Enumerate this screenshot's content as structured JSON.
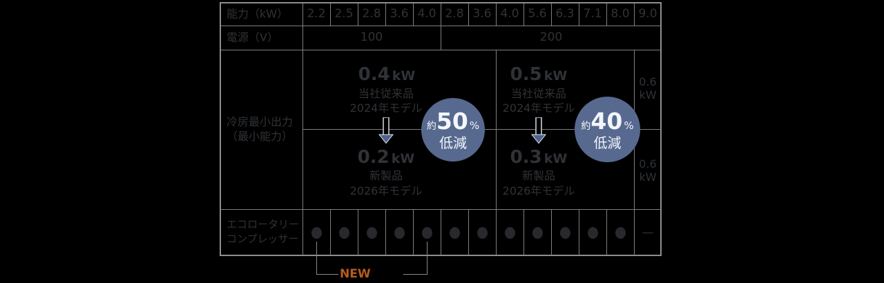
{
  "colors": {
    "background": "#000000",
    "grid_line": "#7f7f7f",
    "outer_border": "#8f8f8f",
    "dark_text": "#2f3236",
    "dot": "#27292c",
    "badge_blue": "#57698f",
    "badge_text": "#f3f6fb",
    "arrow_head": "#51628c",
    "arrow_outline": "#e6ebf4",
    "new_orange": "#b85c1b"
  },
  "table": {
    "rows": {
      "capacity": {
        "label": "能力（kW）",
        "values": [
          "2.2",
          "2.5",
          "2.8",
          "3.6",
          "4.0",
          "2.8",
          "3.6",
          "4.0",
          "5.6",
          "6.3",
          "7.1",
          "8.0",
          "9.0"
        ]
      },
      "power": {
        "label": "電源（V）",
        "values": [
          "100",
          "200"
        ]
      },
      "cooling": {
        "label_line1": "冷房最小出力",
        "label_line2": "（最小能力）",
        "groups": [
          {
            "before_value": "0.4",
            "before_unit": "kW",
            "before_note1": "当社従来品",
            "before_note2": "2024年モデル",
            "after_value": "0.2",
            "after_unit": "kW",
            "after_note1": "新製品",
            "after_note2": "2026年モデル",
            "badge_prefix": "約",
            "badge_number": "50",
            "badge_percent": "%",
            "badge_label": "低減"
          },
          {
            "before_value": "0.5",
            "before_unit": "kW",
            "before_note1": "当社従来品",
            "before_note2": "2024年モデル",
            "after_value": "0.3",
            "after_unit": "kW",
            "after_note1": "新製品",
            "after_note2": "2026年モデル",
            "badge_prefix": "約",
            "badge_number": "40",
            "badge_percent": "%",
            "badge_label": "低減"
          }
        ],
        "last_column": {
          "top_value": "0.6",
          "top_unit": "kW",
          "bottom_value": "0.6",
          "bottom_unit": "kW"
        }
      },
      "compressor": {
        "label_line1": "エコロータリー",
        "label_line2": "コンプレッサー",
        "dot_symbol": "●",
        "dot_count": 12,
        "no_support": "—"
      }
    },
    "new_annotation": {
      "label": "NEW"
    }
  },
  "chart_data": {
    "type": "table",
    "row_headers": [
      "能力（kW）",
      "電源（V）",
      "冷房最小出力（最小能力）",
      "エコロータリーコンプレッサー"
    ],
    "capacity_kw": [
      2.2,
      2.5,
      2.8,
      3.6,
      4.0,
      2.8,
      3.6,
      4.0,
      5.6,
      6.3,
      7.1,
      8.0,
      9.0
    ],
    "power_v_groups": [
      {
        "voltage": 100,
        "columns": 5
      },
      {
        "voltage": 200,
        "columns": 8
      }
    ],
    "cooling_min_output": [
      {
        "group": 1,
        "previous_model_kw": 0.4,
        "previous_label": "当社従来品 2024年モデル",
        "new_model_kw": 0.2,
        "new_label": "新製品 2026年モデル",
        "reduction": "約50%低減"
      },
      {
        "group": 2,
        "previous_model_kw": 0.5,
        "previous_label": "当社従来品 2024年モデル",
        "new_model_kw": 0.3,
        "new_label": "新製品 2026年モデル",
        "reduction": "約40%低減"
      },
      {
        "group": "9.0kW列",
        "top_kw": 0.6,
        "bottom_kw": 0.6
      }
    ],
    "eco_rotary_compressor": [
      "●",
      "●",
      "●",
      "●",
      "●",
      "●",
      "●",
      "●",
      "●",
      "●",
      "●",
      "●",
      "—"
    ],
    "new_marked_columns": [
      "2.2",
      "4.0"
    ]
  }
}
